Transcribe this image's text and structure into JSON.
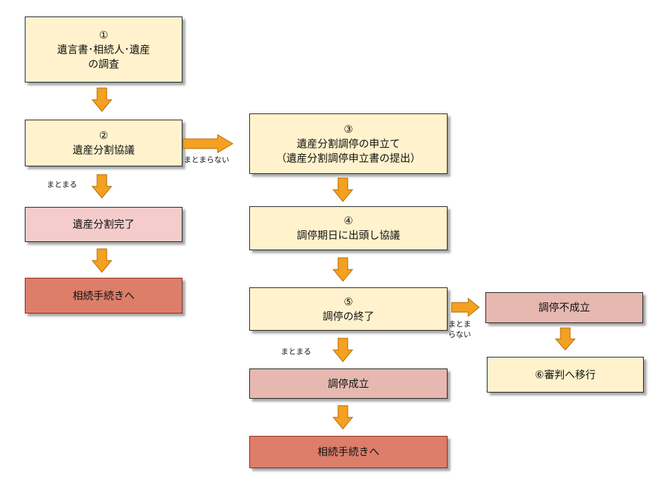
{
  "colors": {
    "arrow_fill": "#f4a020",
    "arrow_stroke": "#b36a00",
    "step_fill": "#fff2cc",
    "complete_fill": "#f4cccc",
    "mediation_result_fill": "#e6b8b0",
    "procedure_fill": "#dd7e6b"
  },
  "boxes": {
    "step1": {
      "num": "①",
      "line1": "遺言書･相続人･遺産",
      "line2": "の調査"
    },
    "step2": {
      "num": "②",
      "line1": "遺産分割協議"
    },
    "division_complete": {
      "label": "遺産分割完了"
    },
    "procedure_left": {
      "label": "相続手続きへ"
    },
    "step3": {
      "num": "③",
      "line1": "遺産分割調停の申立て",
      "line2": "（遺産分割調停申立書の提出）"
    },
    "step4": {
      "num": "④",
      "line1": "調停期日に出頭し協議"
    },
    "step5": {
      "num": "⑤",
      "line1": "調停の終了"
    },
    "mediation_failed": {
      "label": "調停不成立"
    },
    "step6": {
      "label": "⑥審判へ移行"
    },
    "mediation_success": {
      "label": "調停成立"
    },
    "procedure_right": {
      "label": "相続手続きへ"
    }
  },
  "labels": {
    "not_agreed_1": "まとまらない",
    "agreed_1": "まとまる",
    "agreed_2": "まとまる",
    "not_agreed_2_line1": "まとま",
    "not_agreed_2_line2": "らない"
  }
}
